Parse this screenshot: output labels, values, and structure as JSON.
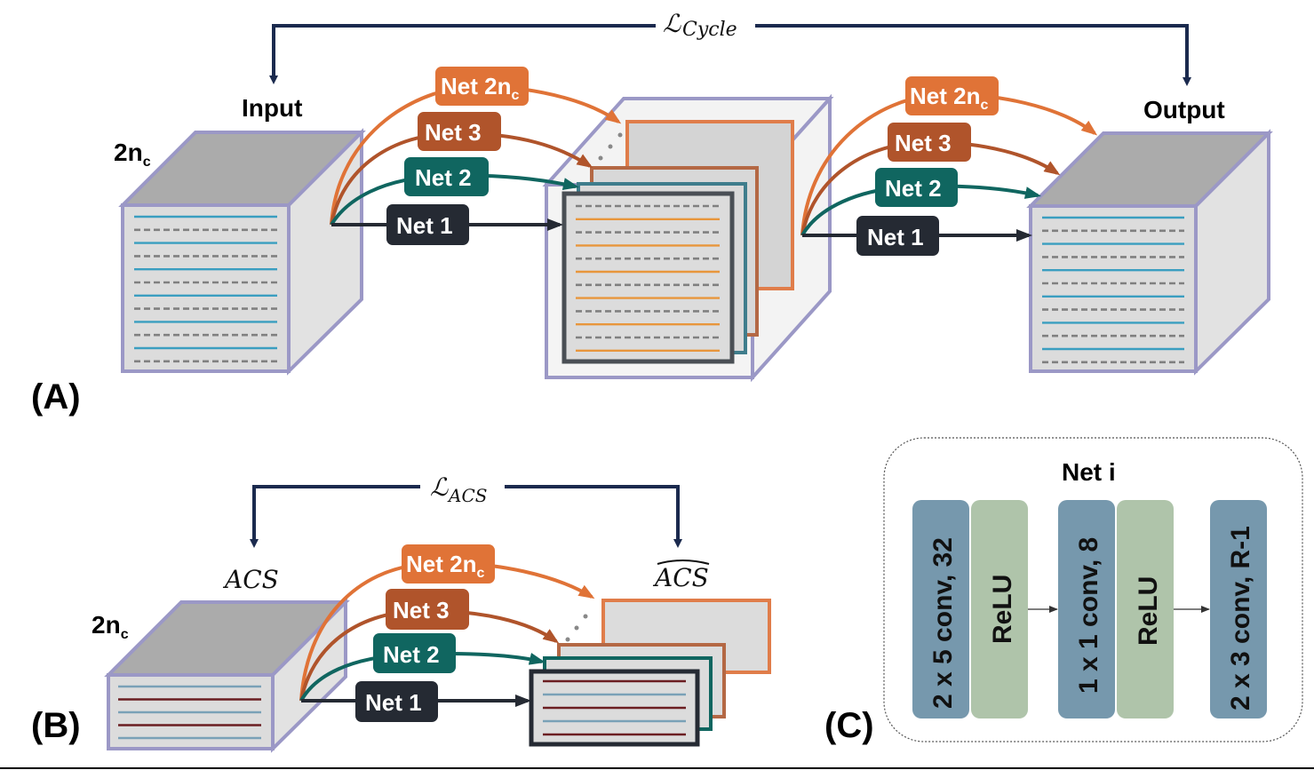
{
  "colors": {
    "navy": "#1b2a4e",
    "net1": "#252a33",
    "net2": "#106660",
    "net3": "#b0542b",
    "net2nc": "#e07337",
    "cube_edge": "#9b98c6",
    "cube_top": "#ababab",
    "cube_face": "#dcdcdc",
    "line_blue": "#3a9ec0",
    "line_dash": "#808080",
    "line_orange": "#e8963c",
    "line_maroon": "#6b1e22",
    "line_steel": "#7aa1b7",
    "conv_block": "#7698ad",
    "relu_block": "#afc4aa"
  },
  "panel_a": {
    "label": "(A)",
    "loss_symbol": "ℒ",
    "loss_subscript": "Cycle",
    "input_label": "Input",
    "output_label": "Output",
    "depth_label": "2n",
    "depth_sub": "c",
    "nets_left": [
      {
        "name": "Net ",
        "suffix": "2n",
        "sub": "c"
      },
      {
        "name": "Net 3",
        "suffix": "",
        "sub": ""
      },
      {
        "name": "Net 2",
        "suffix": "",
        "sub": ""
      },
      {
        "name": "Net 1",
        "suffix": "",
        "sub": ""
      }
    ],
    "nets_right": [
      {
        "name": "Net ",
        "suffix": "2n",
        "sub": "c"
      },
      {
        "name": "Net 3",
        "suffix": "",
        "sub": ""
      },
      {
        "name": "Net 2",
        "suffix": "",
        "sub": ""
      },
      {
        "name": "Net 1",
        "suffix": "",
        "sub": ""
      }
    ]
  },
  "panel_b": {
    "label": "(B)",
    "loss_symbol": "ℒ",
    "loss_subscript": "ACS",
    "input_label": "ACS",
    "output_label": "ACS",
    "depth_label": "2n",
    "depth_sub": "c",
    "nets": [
      {
        "name": "Net ",
        "suffix": "2n",
        "sub": "c"
      },
      {
        "name": "Net 3",
        "suffix": "",
        "sub": ""
      },
      {
        "name": "Net 2",
        "suffix": "",
        "sub": ""
      },
      {
        "name": "Net 1",
        "suffix": "",
        "sub": ""
      }
    ]
  },
  "panel_c": {
    "label": "(C)",
    "title": "Net i",
    "layers": [
      {
        "type": "conv",
        "text": "2 x 5 conv, 32"
      },
      {
        "type": "relu",
        "text": "ReLU"
      },
      {
        "type": "conv",
        "text": "1 x 1 conv, 8"
      },
      {
        "type": "relu",
        "text": "ReLU"
      },
      {
        "type": "conv",
        "text": "2 x 3 conv, R-1"
      }
    ]
  }
}
